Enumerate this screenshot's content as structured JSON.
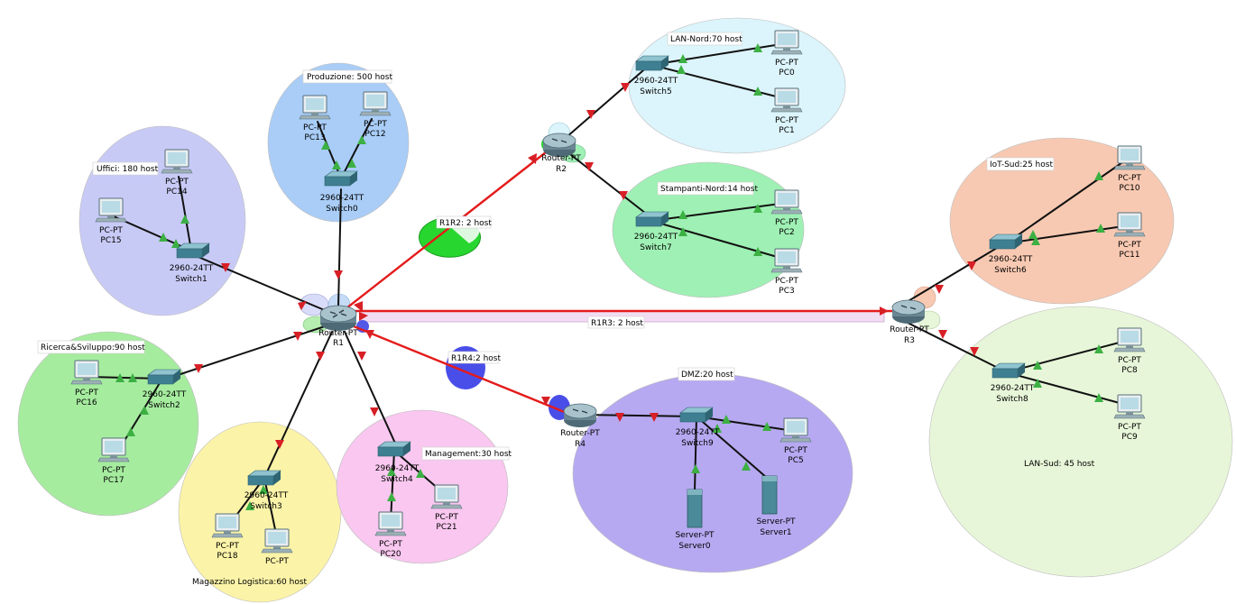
{
  "zones": [
    {
      "id": "produzione",
      "label": "Produzione: 500 host",
      "color": "#a9cdf7"
    },
    {
      "id": "uffici",
      "label": "Uffici: 180 host",
      "color": "#c8caf6"
    },
    {
      "id": "lan_nord",
      "label": "LAN-Nord:70 host",
      "color": "#dcf4fb"
    },
    {
      "id": "stampanti",
      "label": "Stampanti-Nord:14 host",
      "color": "#9ff0b4"
    },
    {
      "id": "iot",
      "label": "IoT-Sud:25 host",
      "color": "#f8c9b2"
    },
    {
      "id": "lan_sud",
      "label": "LAN-Sud: 45 host",
      "color": "#e7f6d8"
    },
    {
      "id": "ricerca",
      "label": "Ricerca&Sviluppo:90 host",
      "color": "#a6ec9f"
    },
    {
      "id": "magazzino",
      "label": "Magazzino Logistica:60 host",
      "color": "#fbf3a8"
    },
    {
      "id": "management",
      "label": "Management:30 host",
      "color": "#f9c7ef"
    },
    {
      "id": "dmz",
      "label": "DMZ:20 host",
      "color": "#b6a9f1"
    }
  ],
  "links": {
    "r1r2": "R1R2: 2 host",
    "r1r3": "R1R3: 2 host",
    "r1r4": "R1R4:2 host"
  },
  "devices": {
    "r1": {
      "type": "Router-PT",
      "name": "R1"
    },
    "r2": {
      "type": "Router-PT",
      "name": "R2"
    },
    "r3": {
      "type": "Router-PT",
      "name": "R3"
    },
    "r4": {
      "type": "Router-PT",
      "name": "R4"
    },
    "sw0": {
      "type": "2960-24TT",
      "name": "Switch0"
    },
    "sw1": {
      "type": "2960-24TT",
      "name": "Switch1"
    },
    "sw2": {
      "type": "2960-24TT",
      "name": "Switch2"
    },
    "sw3": {
      "type": "2960-24TT",
      "name": "Switch3"
    },
    "sw4": {
      "type": "2960-24TT",
      "name": "Switch4"
    },
    "sw5": {
      "type": "2960-24TT",
      "name": "Switch5"
    },
    "sw6": {
      "type": "2960-24TT",
      "name": "Switch6"
    },
    "sw7": {
      "type": "2960-24TT",
      "name": "Switch7"
    },
    "sw8": {
      "type": "2960-24TT",
      "name": "Switch8"
    },
    "sw9": {
      "type": "2960-24TT",
      "name": "Switch9"
    },
    "pc0": {
      "type": "PC-PT",
      "name": "PC0"
    },
    "pc1": {
      "type": "PC-PT",
      "name": "PC1"
    },
    "pc2": {
      "type": "PC-PT",
      "name": "PC2"
    },
    "pc3": {
      "type": "PC-PT",
      "name": "PC3"
    },
    "pc5": {
      "type": "PC-PT",
      "name": "PC5"
    },
    "pc8": {
      "type": "PC-PT",
      "name": "PC8"
    },
    "pc9": {
      "type": "PC-PT",
      "name": "PC9"
    },
    "pc10": {
      "type": "PC-PT",
      "name": "PC10"
    },
    "pc11": {
      "type": "PC-PT",
      "name": "PC11"
    },
    "pc12": {
      "type": "PC-PT",
      "name": "PC12"
    },
    "pc13": {
      "type": "PC-PT",
      "name": "PC13"
    },
    "pc14": {
      "type": "PC-PT",
      "name": "PC14"
    },
    "pc15": {
      "type": "PC-PT",
      "name": "PC15"
    },
    "pc16": {
      "type": "PC-PT",
      "name": "PC16"
    },
    "pc17": {
      "type": "PC-PT",
      "name": "PC17"
    },
    "pc18": {
      "type": "PC-PT",
      "name": "PC18"
    },
    "pc19": {
      "type": "PC-PT",
      "name": ""
    },
    "pc20": {
      "type": "PC-PT",
      "name": "PC20"
    },
    "pc21": {
      "type": "PC-PT",
      "name": "PC21"
    },
    "srv0": {
      "type": "Server-PT",
      "name": "Server0"
    },
    "srv1": {
      "type": "Server-PT",
      "name": "Server1"
    }
  },
  "colors": {
    "wan_link": "#e41b1b",
    "lan_link": "#111111",
    "link_up": "#3cb043",
    "link_down": "#d81f26",
    "router_body": "#6b8794",
    "switch_body": "#3f7f92",
    "pc_screen": "#b8dbe6",
    "server_body": "#4b8a98"
  }
}
